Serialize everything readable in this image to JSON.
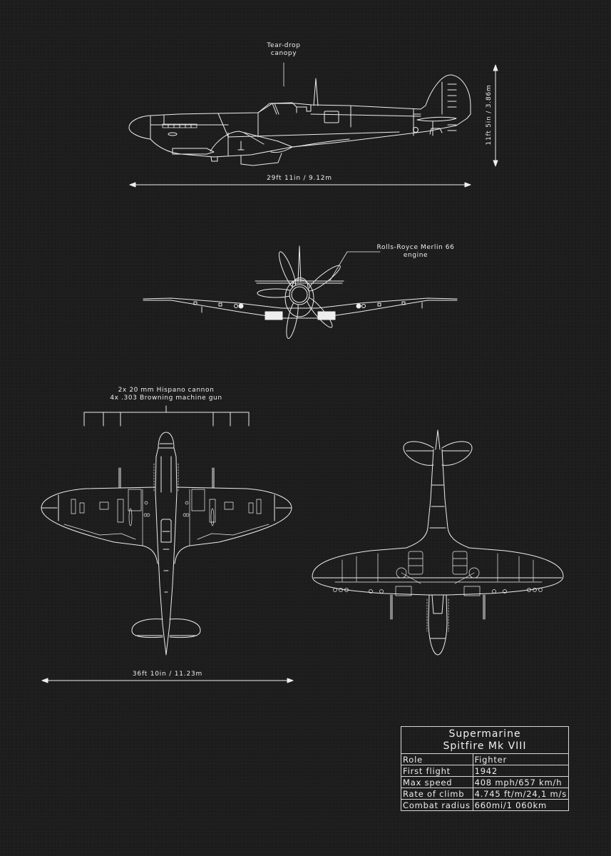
{
  "poster": {
    "background": "#1d1d1d",
    "line_color": "#f0f0f0"
  },
  "side_view": {
    "annotation": "Tear-drop\ncanopy",
    "annotation_line1": "Tear-drop",
    "annotation_line2": "canopy",
    "length_dimension": "29ft 11in / 9.12m",
    "height_dimension": "11ft 5in / 3.86m"
  },
  "front_view": {
    "annotation_line1": "Rolls-Royce Merlin 66",
    "annotation_line2": "engine"
  },
  "top_view": {
    "annotation_line1": "2x 20 mm Hispano cannon",
    "annotation_line2": "4x .303 Browning machine gun",
    "wingspan_dimension": "36ft 10in / 11.23m"
  },
  "bottom_view": {},
  "spec_table": {
    "title_line1": "Supermarine",
    "title_line2": "Spitfire Mk VIII",
    "rows": [
      {
        "label": "Role",
        "value": "Fighter"
      },
      {
        "label": "First flight",
        "value": "1942"
      },
      {
        "label": "Max speed",
        "value": "408 mph/657 km/h"
      },
      {
        "label": "Rate of climb",
        "value": "4.745 ft/m/24,1 m/s"
      },
      {
        "label": "Combat radius",
        "value": "660mi/1 060km"
      }
    ]
  }
}
